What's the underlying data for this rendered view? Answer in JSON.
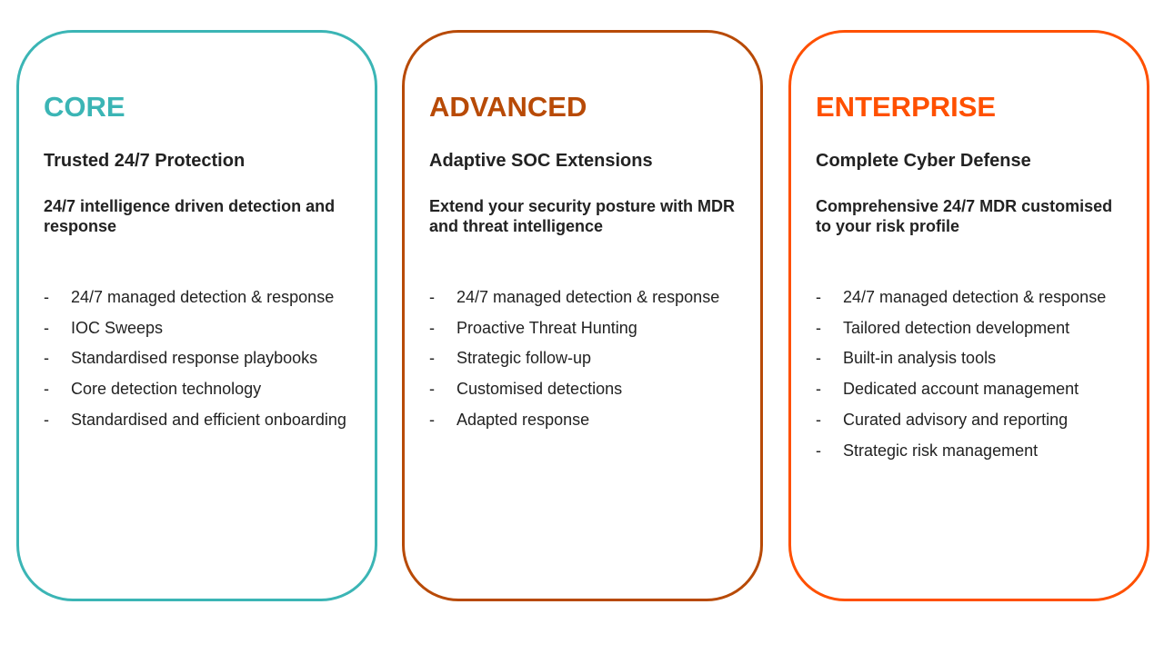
{
  "cards": [
    {
      "title": "CORE",
      "color": "#3bb5b5",
      "subtitle": "Trusted 24/7 Protection",
      "description": "24/7 intelligence driven detection and response",
      "items": [
        "24/7 managed detection & response",
        "IOC Sweeps",
        "Standardised response playbooks",
        "Core detection technology",
        "Standardised and efficient onboarding"
      ]
    },
    {
      "title": "ADVANCED",
      "color": "#b84a06",
      "subtitle": "Adaptive SOC Extensions",
      "description": "Extend your security posture with MDR and threat intelligence",
      "items": [
        "24/7 managed detection & response",
        "Proactive Threat Hunting",
        "Strategic follow-up",
        "Customised detections",
        "Adapted response"
      ]
    },
    {
      "title": "ENTERPRISE",
      "color": "#ff5000",
      "subtitle": "Complete Cyber Defense",
      "description": "Comprehensive 24/7 MDR customised to your risk profile",
      "items": [
        "24/7 managed detection & response",
        "Tailored detection development",
        "Built-in analysis tools",
        "Dedicated account management",
        "Curated advisory and reporting",
        "Strategic risk management"
      ]
    }
  ],
  "bullet": "-"
}
